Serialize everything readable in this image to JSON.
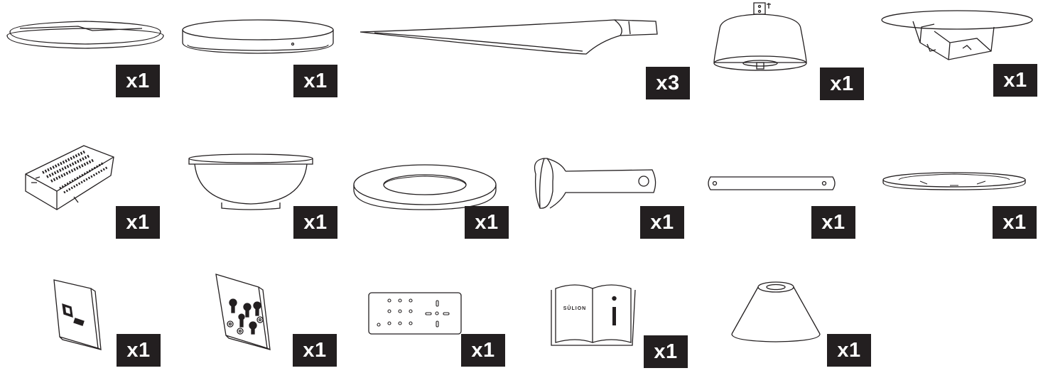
{
  "parts": [
    {
      "id": "canopy-cover",
      "icon": "canopy-cover-icon",
      "qty": "x1"
    },
    {
      "id": "trim-ring",
      "icon": "trim-ring-icon",
      "qty": "x1"
    },
    {
      "id": "blade",
      "icon": "fan-blade-icon",
      "qty": "x3"
    },
    {
      "id": "motor-housing",
      "icon": "motor-housing-icon",
      "qty": "x1"
    },
    {
      "id": "mounting-bracket",
      "icon": "mounting-bracket-icon",
      "qty": "x1"
    },
    {
      "id": "receiver",
      "icon": "receiver-icon",
      "qty": "x1"
    },
    {
      "id": "light-bowl",
      "icon": "light-bowl-icon",
      "qty": "x1"
    },
    {
      "id": "flat-ring",
      "icon": "flat-ring-icon",
      "qty": "x1"
    },
    {
      "id": "blade-arm",
      "icon": "blade-arm-icon",
      "qty": "x1"
    },
    {
      "id": "downrod",
      "icon": "downrod-icon",
      "qty": "x1"
    },
    {
      "id": "mounting-plate",
      "icon": "mounting-plate-icon",
      "qty": "x1"
    },
    {
      "id": "balance-kit",
      "icon": "balance-kit-icon",
      "qty": "x1"
    },
    {
      "id": "screw-kit",
      "icon": "screw-kit-icon",
      "qty": "x1"
    },
    {
      "id": "remote-control",
      "icon": "remote-control-icon",
      "qty": "x1"
    },
    {
      "id": "instruction-manual",
      "icon": "manual-icon",
      "qty": "x1",
      "brand": "SÛLION",
      "info_mark": "i"
    },
    {
      "id": "canopy-cone",
      "icon": "canopy-cone-icon",
      "qty": "x1"
    }
  ]
}
